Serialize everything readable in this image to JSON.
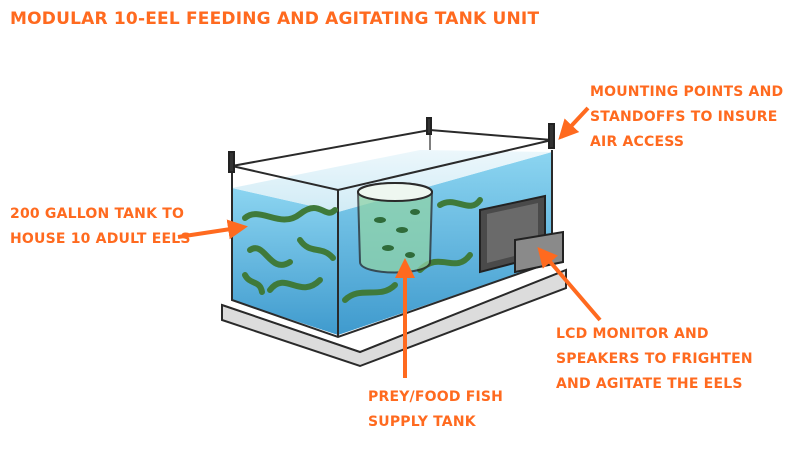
{
  "title": "MODULAR 10-EEL FEEDING AND AGITATING TANK UNIT",
  "labels": {
    "mounting": [
      "MOUNTING POINTS AND",
      "STANDOFFS TO INSURE",
      "AIR ACCESS"
    ],
    "tank": [
      "200 GALLON TANK TO",
      "HOUSE 10 ADULT EELS"
    ],
    "lcd": [
      "LCD MONITOR AND",
      "SPEAKERS TO FRIGHTEN",
      "AND AGITATE THE EELS"
    ],
    "prey": [
      "PREY/FOOD FISH",
      "SUPPLY TANK"
    ]
  },
  "colors": {
    "label": "#ff6a1f",
    "water": "#3aa6d6",
    "eel": "#3f7a3a",
    "outline": "#2a2a2a",
    "monitor": "#4a4a4a"
  }
}
